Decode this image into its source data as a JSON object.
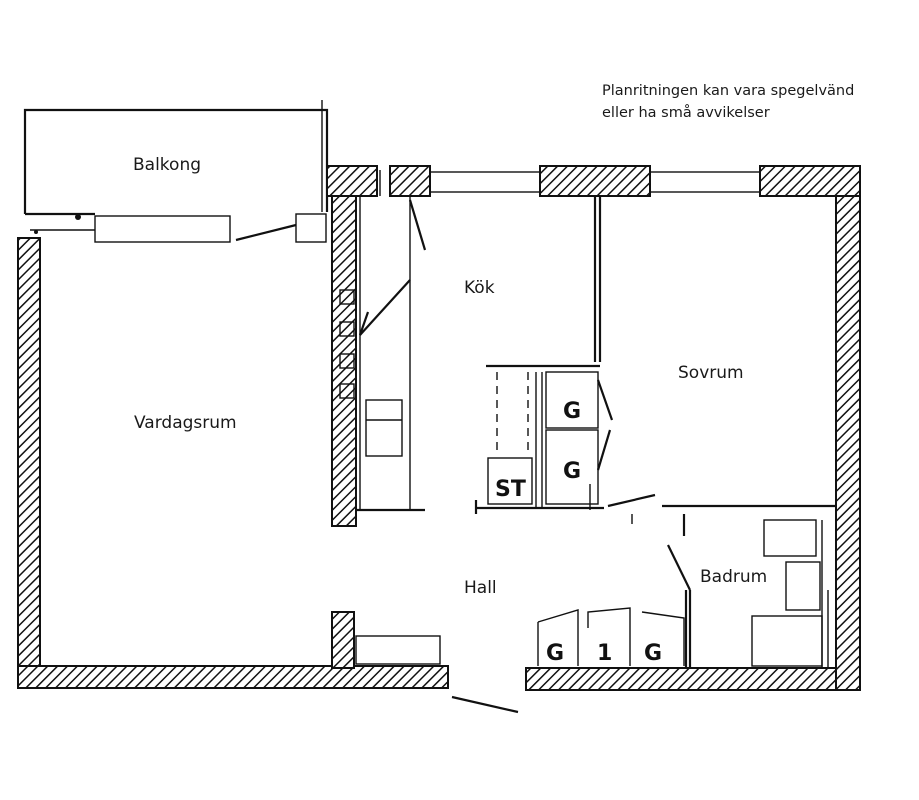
{
  "note": {
    "line1": "Planritningen kan vara spegelvänd",
    "line2": "eller ha små avvikelser"
  },
  "rooms": {
    "balkong": "Balkong",
    "kok": "Kök",
    "sovrum": "Sovrum",
    "vardagsrum": "Vardagsrum",
    "hall": "Hall",
    "badrum": "Badrum"
  },
  "fixtures": {
    "st": "ST",
    "g": "G",
    "one": "1"
  }
}
